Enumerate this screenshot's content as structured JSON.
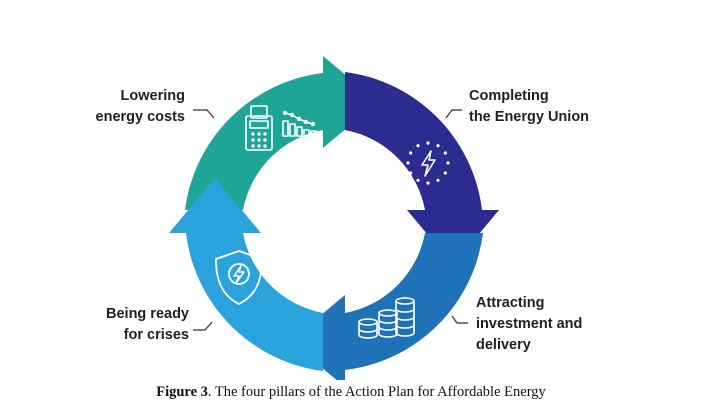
{
  "diagram": {
    "colors": {
      "teal": "#1fa596",
      "navy": "#2c2b8f",
      "blue": "#1f72b8",
      "sky": "#2aa3dc",
      "connector": "#333333"
    },
    "segments": [
      {
        "id": "lowering",
        "color": "#1fa596",
        "icon": "cash-register-chart-icon",
        "label": [
          "Lowering",
          "energy costs"
        ]
      },
      {
        "id": "completing",
        "color": "#2c2b8f",
        "icon": "eu-stars-lightning-icon",
        "label": [
          "Completing",
          "the Energy Union"
        ]
      },
      {
        "id": "attracting",
        "color": "#1f72b8",
        "icon": "coins-growth-icon",
        "label": [
          "Attracting",
          "investment and",
          "delivery"
        ]
      },
      {
        "id": "crises",
        "color": "#2aa3dc",
        "icon": "shield-lightning-icon",
        "label": [
          "Being ready",
          "for crises"
        ]
      }
    ]
  },
  "caption": {
    "prefix": "Figure 3",
    "text": ". The four pillars of the Action Plan for Affordable Energy"
  }
}
